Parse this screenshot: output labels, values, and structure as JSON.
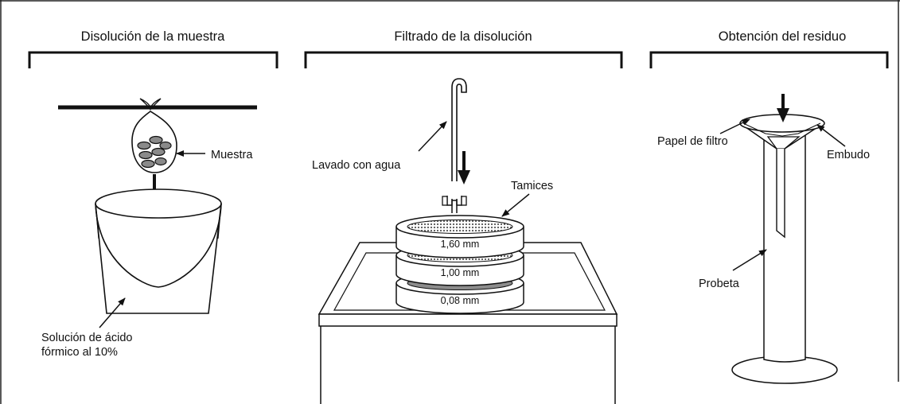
{
  "panels": [
    {
      "title": "Disolución de la muestra"
    },
    {
      "title": "Filtrado de la disolución"
    },
    {
      "title": "Obtención del  residuo"
    }
  ],
  "labels": {
    "muestra": "Muestra",
    "solucion_line1": "Solución de ácido",
    "solucion_line2": "fórmico al 10%",
    "lavado": "Lavado con agua",
    "tamices": "Tamices",
    "sieve_1": "1,60 mm",
    "sieve_2": "1,00 mm",
    "sieve_3": "0,08 mm",
    "papel": "Papel de filtro",
    "embudo": "Embudo",
    "probeta": "Probeta"
  }
}
